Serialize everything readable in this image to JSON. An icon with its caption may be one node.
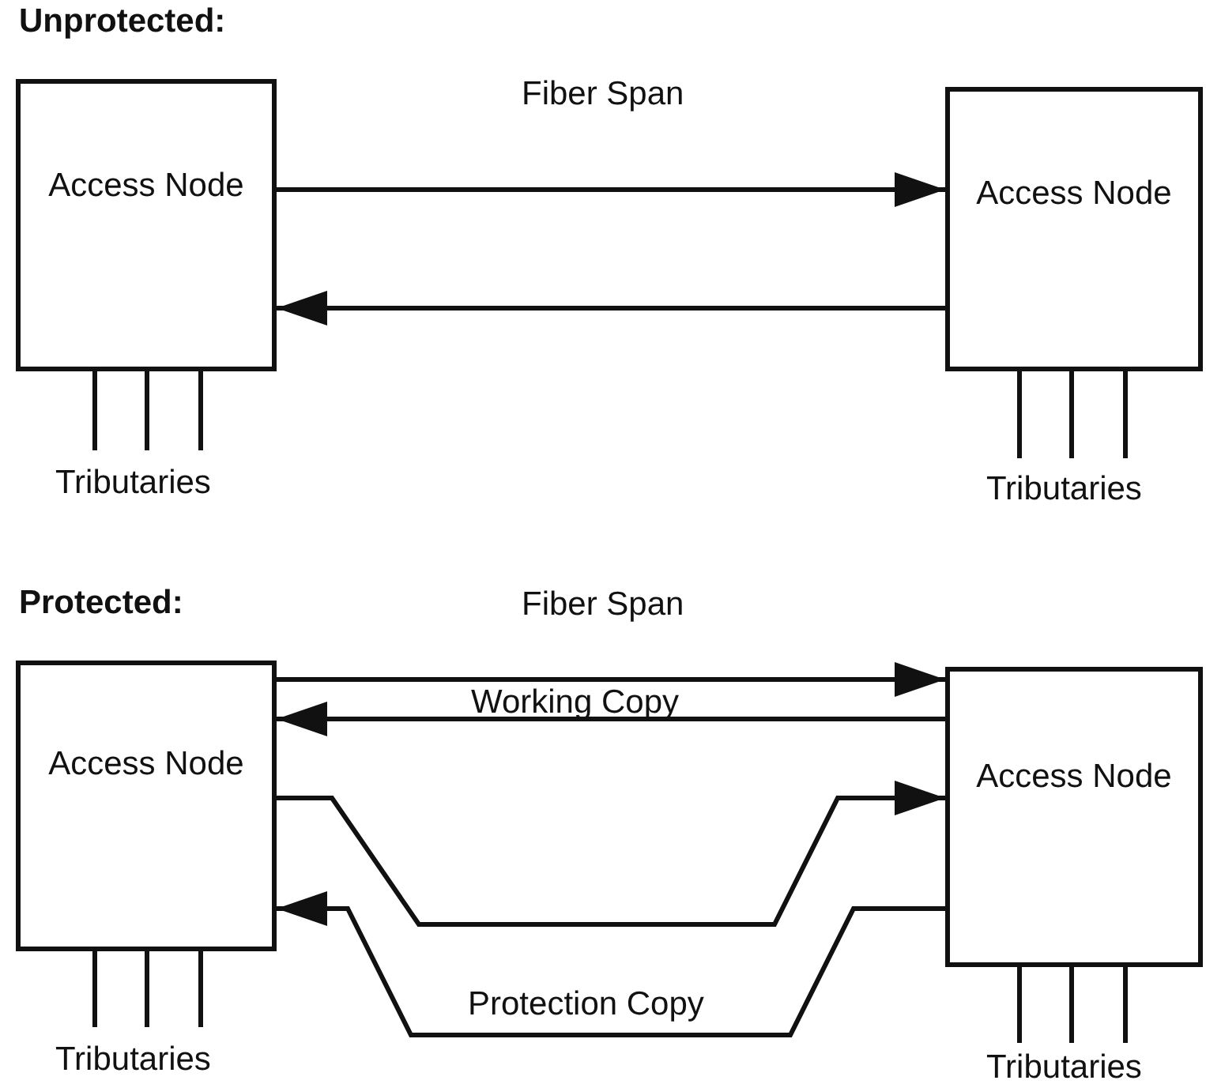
{
  "diagram": {
    "nodes": [
      {
        "text": [
          "Access Node"
        ],
        "beside": [
          "Tributaries"
        ]
      },
      {
        "text": [
          "Access Node"
        ],
        "beside": [
          "Tributaries"
        ]
      },
      {
        "text": [
          "Access Node"
        ],
        "beside": [
          "Tributaries"
        ]
      },
      {
        "text": [
          "Access Node"
        ],
        "beside": [
          "Tributaries"
        ]
      }
    ],
    "edges": [
      {
        "from": 0,
        "to": 1,
        "arrow": "to"
      },
      {
        "from": 1,
        "to": 0,
        "arrow": "to"
      },
      {
        "from": 2,
        "to": 3,
        "arrow": "to"
      },
      {
        "from": 3,
        "to": 2,
        "arrow": "to"
      },
      {
        "from": 2,
        "to": 3,
        "arrow": "to"
      },
      {
        "from": 3,
        "to": 2,
        "arrow": "to"
      }
    ],
    "labels": [
      "Unprotected:",
      "Fiber Span",
      "Protected:",
      "Fiber Span",
      "Working Copy",
      "Protection Copy"
    ]
  }
}
